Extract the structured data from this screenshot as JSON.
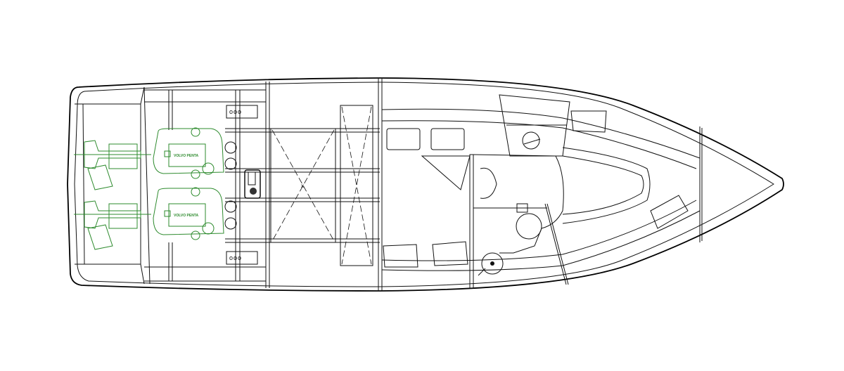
{
  "drawing": {
    "engine_brand": "VOLVO PENTA",
    "hatch_center_mark": "x",
    "vent_marks": "ooo",
    "colors": {
      "hull": "#000000",
      "engines": "#2e8b2e"
    }
  }
}
